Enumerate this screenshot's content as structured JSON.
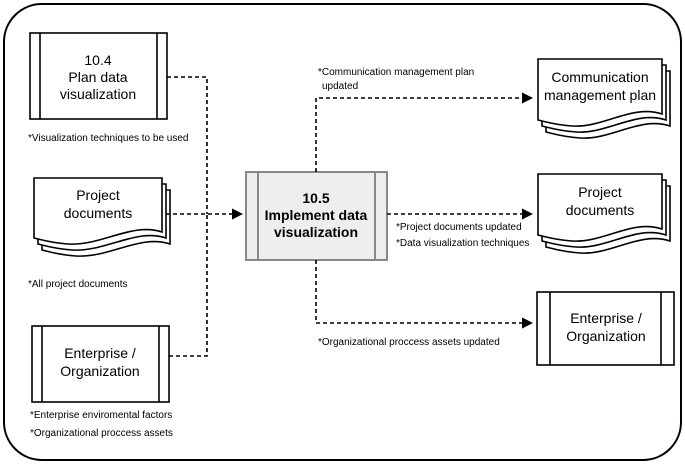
{
  "inputs": {
    "plan_data_visualization": {
      "lines": [
        "10.4",
        "Plan data",
        "visualization"
      ],
      "note": "*Visualization techniques to be used"
    },
    "project_documents": {
      "lines": [
        "Project",
        "documents"
      ],
      "note": "*All project documents"
    },
    "enterprise_organization": {
      "lines": [
        "Enterprise /",
        "Organization"
      ],
      "notes": [
        "*Enterprise enviromental factors",
        "*Organizational proccess assets"
      ]
    }
  },
  "process": {
    "lines": [
      "10.5",
      "Implement data",
      "visualization"
    ]
  },
  "outputs": {
    "communication_management_plan": {
      "lines": [
        "Communication",
        "management plan"
      ],
      "notes": [
        "*Communication management plan",
        "updated"
      ]
    },
    "project_documents": {
      "lines": [
        "Project",
        "documents"
      ],
      "notes": [
        "*Project documents updated",
        "*Data visualization techniques"
      ]
    },
    "enterprise_organization": {
      "lines": [
        "Enterprise /",
        "Organization"
      ],
      "note": "*Organizational proccess assets updated"
    }
  },
  "colors": {
    "process_fill": "#eeeeee",
    "process_stroke": "#888888",
    "line": "#000000"
  }
}
